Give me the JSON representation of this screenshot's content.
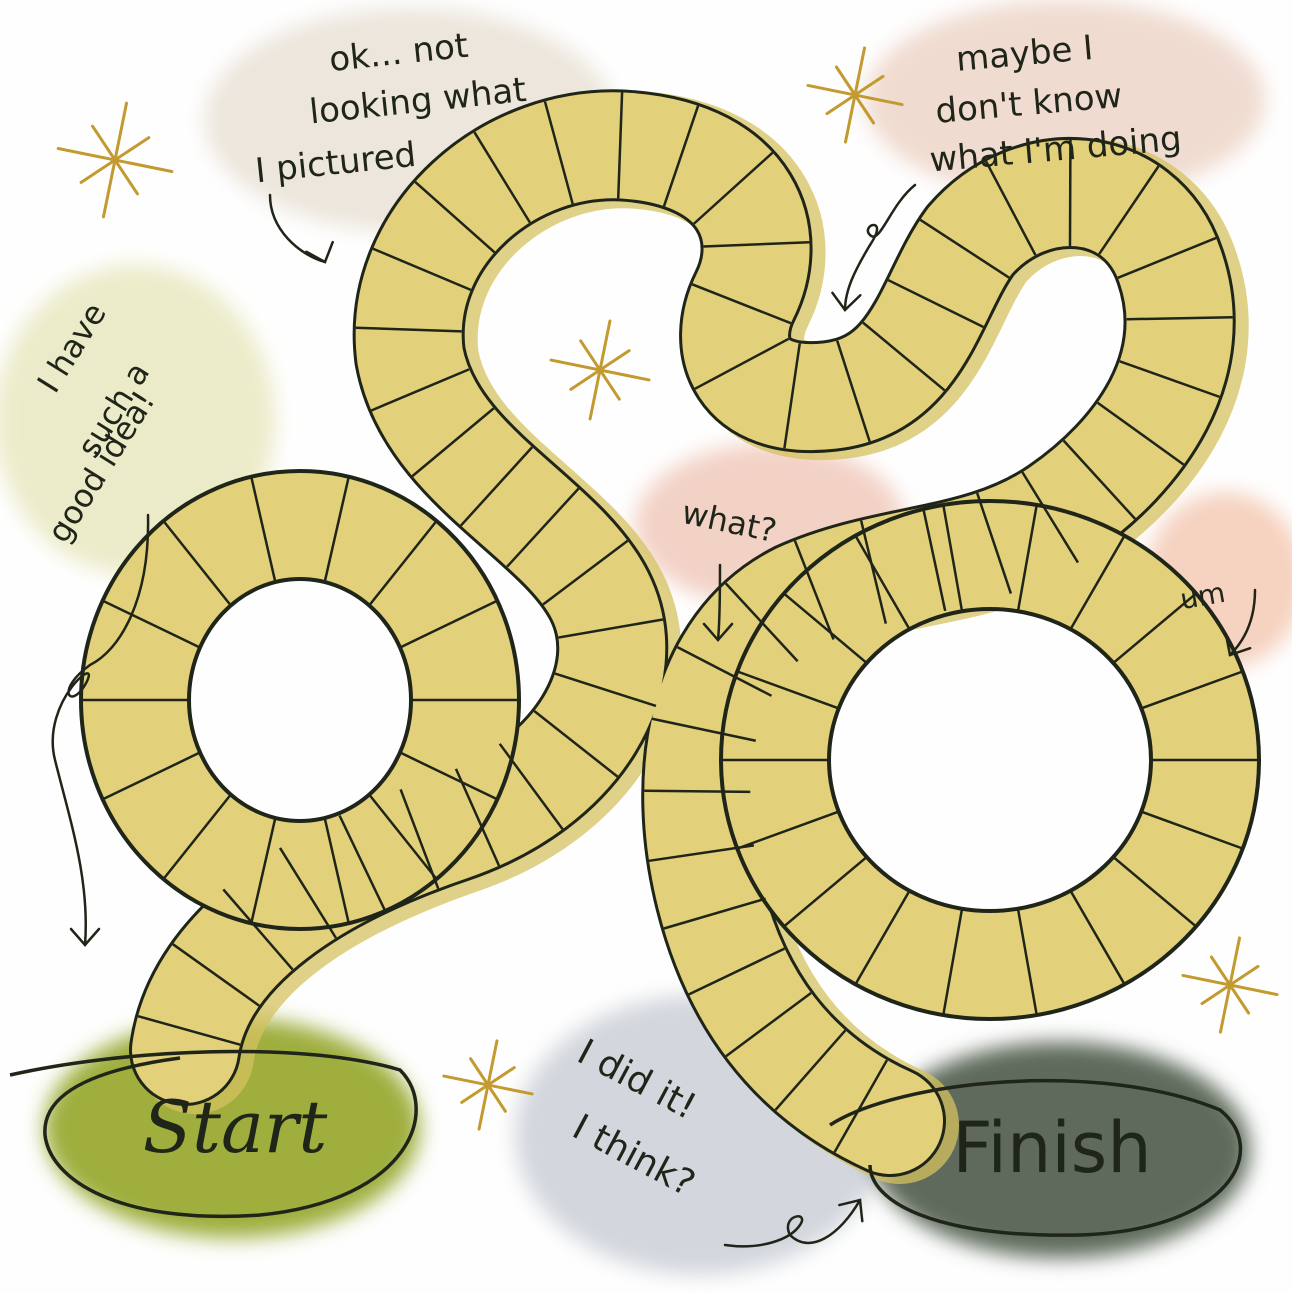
{
  "illustration": {
    "labels": {
      "start": "Start",
      "finish": "Finish"
    },
    "speech_bubbles": {
      "good_idea": {
        "lines": [
          "I have",
          "such a",
          "good idea!"
        ],
        "color": "#ecebc9"
      },
      "not_looking": {
        "lines": [
          "ok... not",
          "looking what",
          "I pictured"
        ],
        "color": "#ece6dc"
      },
      "maybe": {
        "lines": [
          "maybe I",
          "don't know",
          "what I'm doing"
        ],
        "color": "#f0dbd0"
      },
      "what": {
        "lines": [
          "what?"
        ],
        "color": "#f3d2c6"
      },
      "um": {
        "lines": [
          "um"
        ],
        "color": "#f6d2c0"
      },
      "did_it": {
        "lines": [
          "I did it!",
          "I think?"
        ],
        "color": "#d3d7dd"
      }
    },
    "colors": {
      "path_fill": "#e3d07a",
      "path_shadow": "#d4c25f",
      "outline": "#1f2518",
      "start_blob": "#9fae3d",
      "finish_blob": "#5e6b5c",
      "sparkle": "#c39a2f"
    },
    "icons": [
      "sparkle-icon",
      "arrow-icon"
    ]
  }
}
